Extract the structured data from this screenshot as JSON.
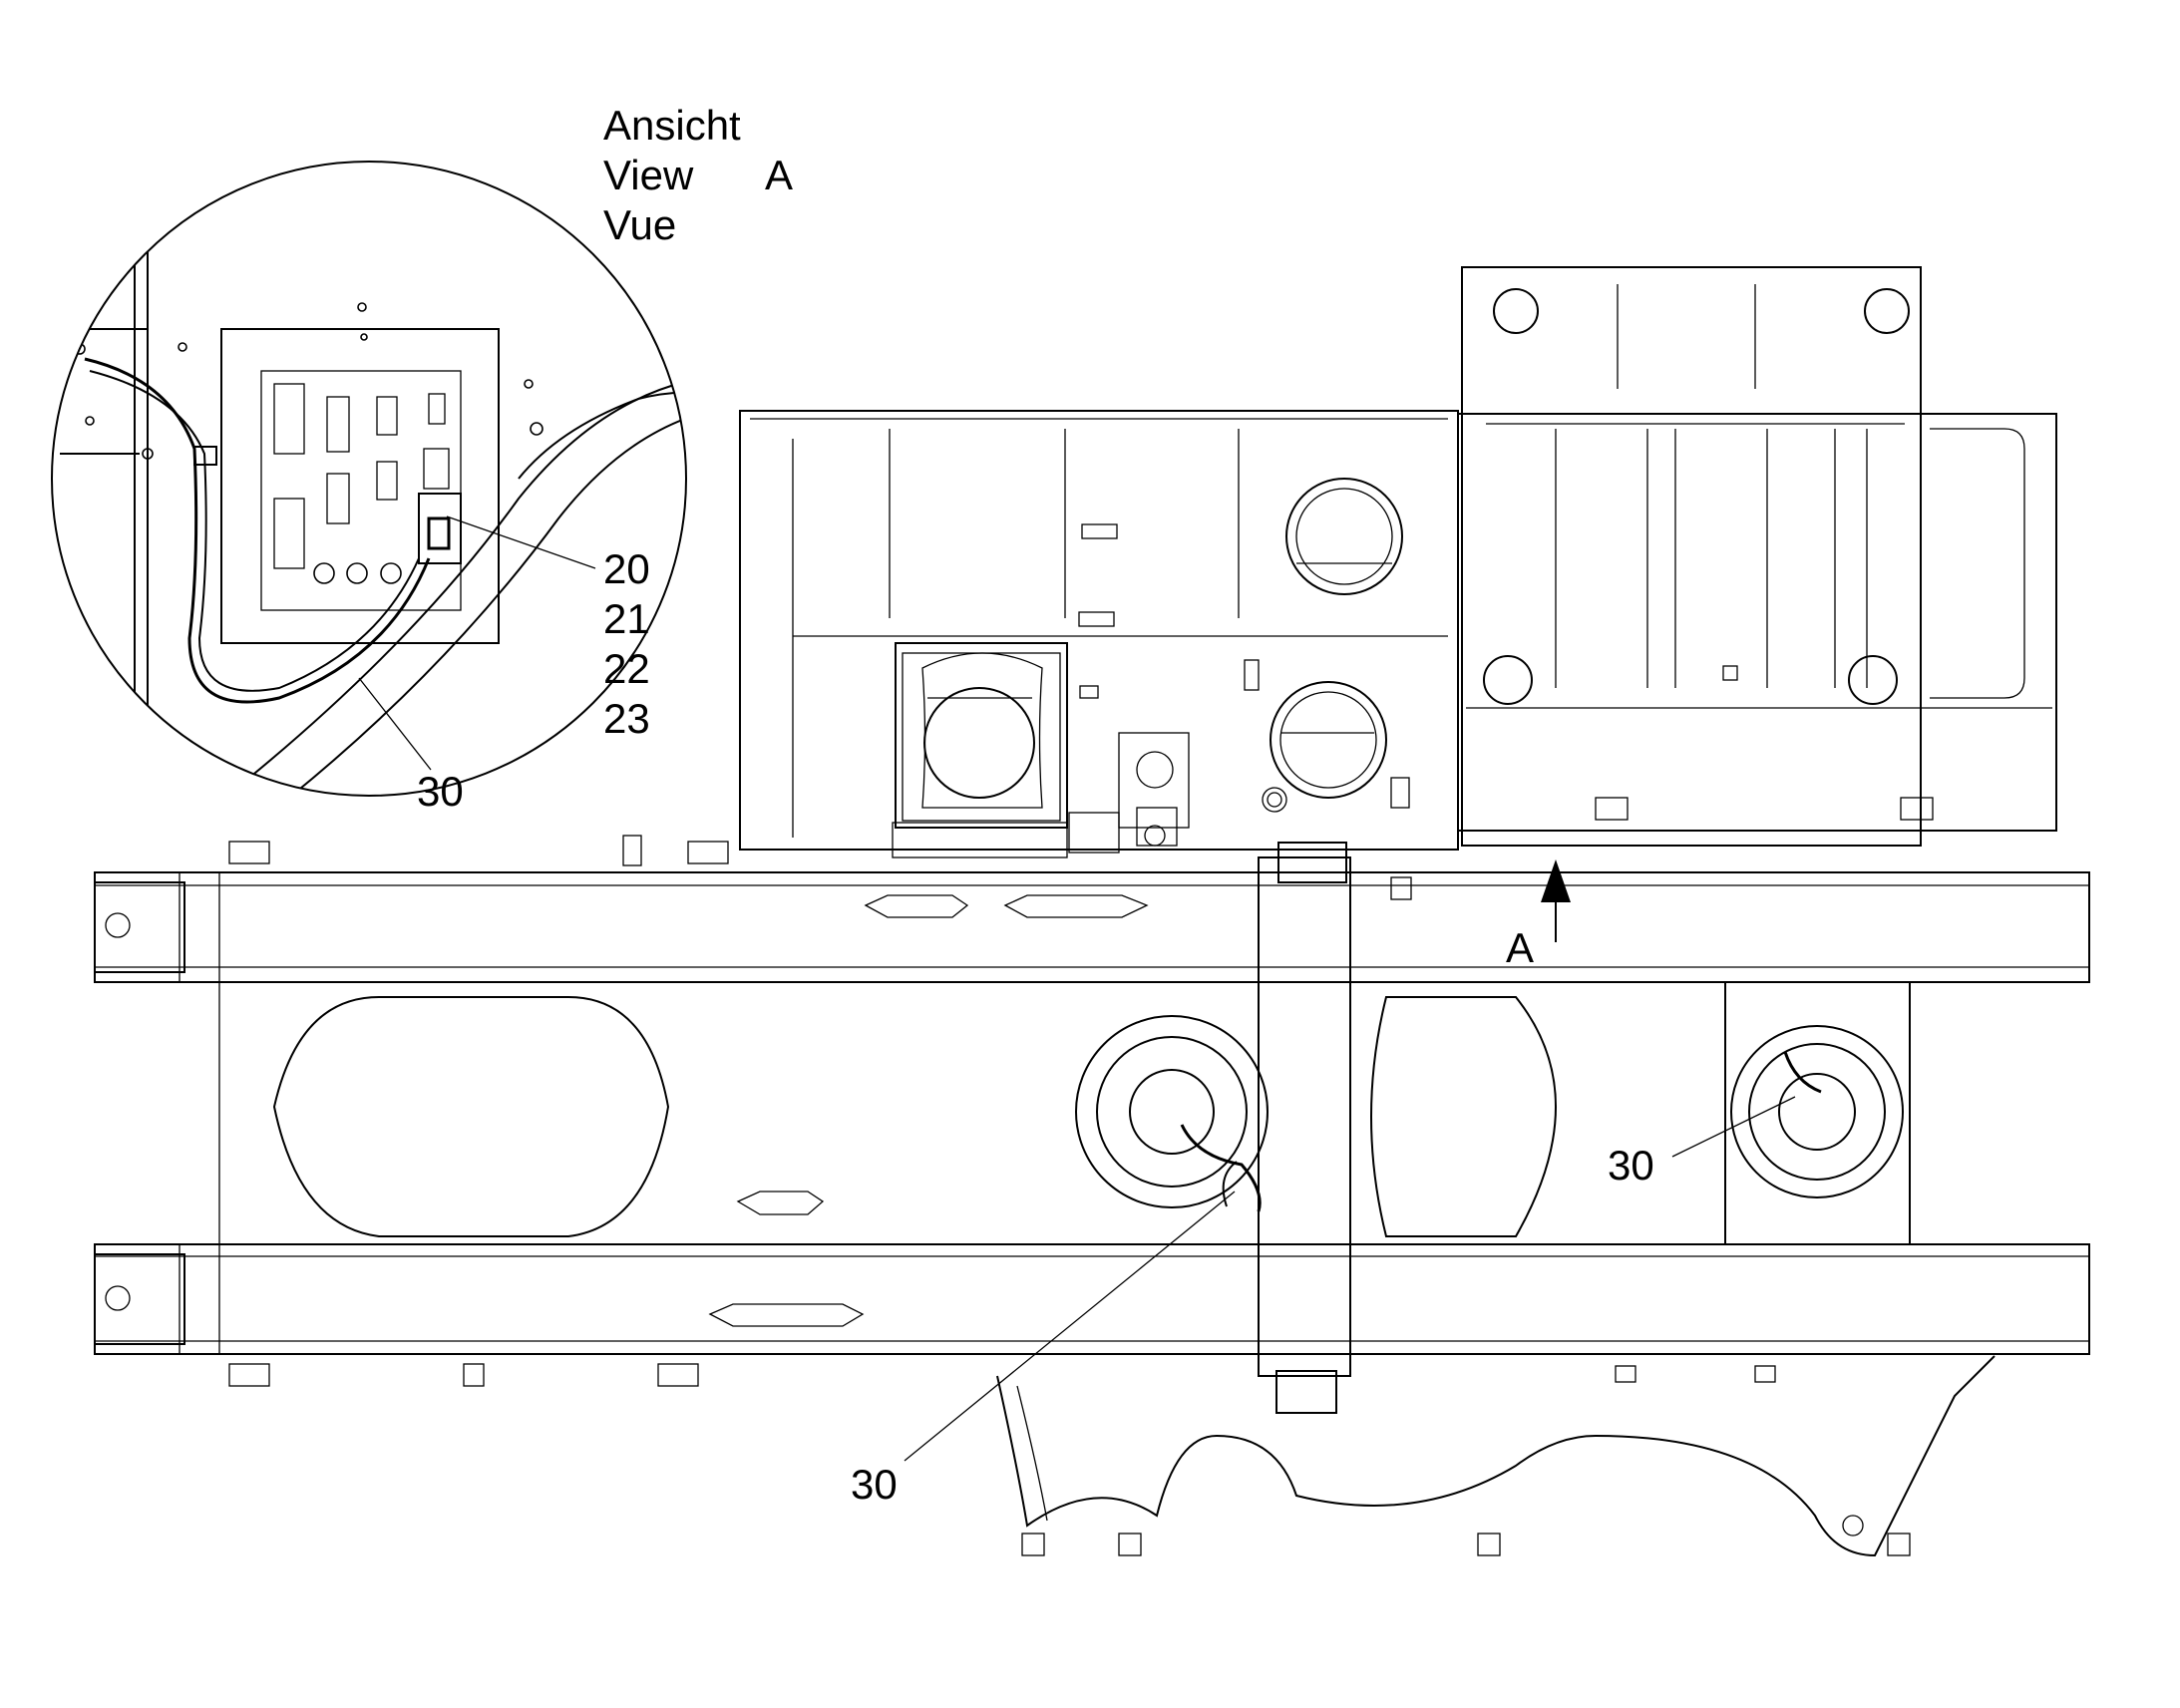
{
  "view_title": {
    "line1": "Ansicht",
    "line2": "View",
    "line3": "Vue",
    "view_letter": "A"
  },
  "arrow_label": "A",
  "callouts": {
    "detail_ref_1": "20",
    "detail_ref_2": "21",
    "detail_ref_3": "22",
    "detail_ref_4": "23",
    "detail_cable": "30",
    "cable_left_wheel": "30",
    "cable_right_wheel": "30"
  }
}
